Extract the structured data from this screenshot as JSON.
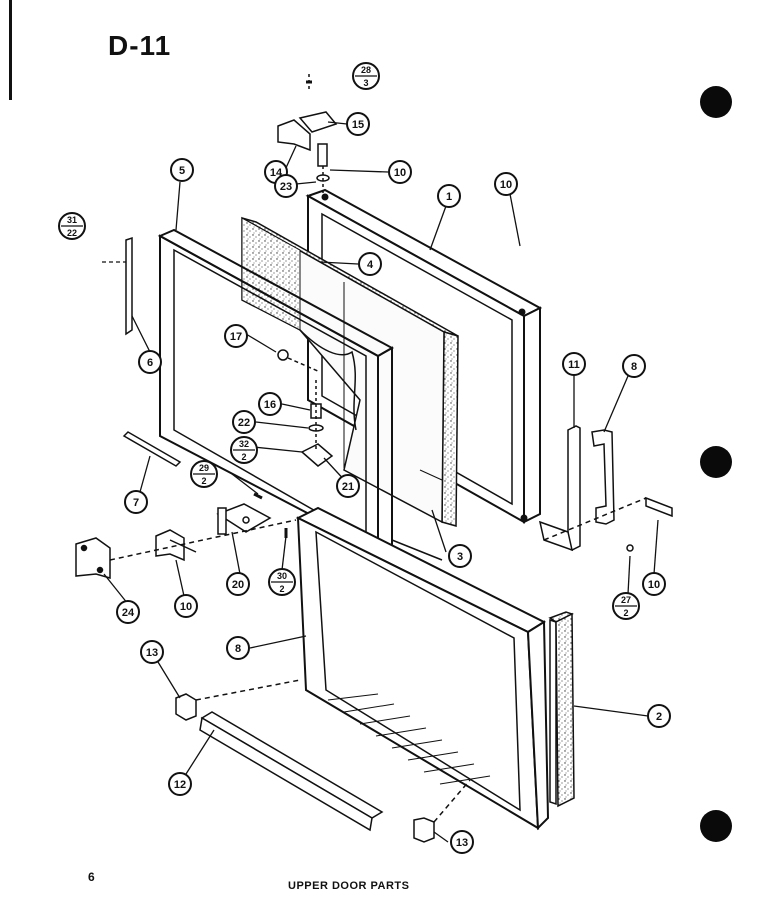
{
  "diagram_id": "D-11",
  "page_number": "6",
  "caption": "UPPER DOOR PARTS",
  "callouts": {
    "c1": "1",
    "c2": "2",
    "c3": "3",
    "c4": "4",
    "c5": "5",
    "c6": "6",
    "c7": "7",
    "c8a": "8",
    "c8b": "8",
    "c10a": "10",
    "c10b": "10",
    "c10c": "10",
    "c10d": "10",
    "c11": "11",
    "c12": "12",
    "c13a": "13",
    "c13b": "13",
    "c14": "14",
    "c15": "15",
    "c16": "16",
    "c17": "17",
    "c20": "20",
    "c21": "21",
    "c22": "22",
    "c23": "23",
    "c24": "24"
  },
  "fractions": {
    "f28": {
      "top": "28",
      "bottom": "3"
    },
    "f31": {
      "top": "31",
      "bottom": "22"
    },
    "f29": {
      "top": "29",
      "bottom": "2"
    },
    "f32": {
      "top": "32",
      "bottom": "2"
    },
    "f30": {
      "top": "30",
      "bottom": "2"
    },
    "f27": {
      "top": "27",
      "bottom": "2"
    }
  }
}
